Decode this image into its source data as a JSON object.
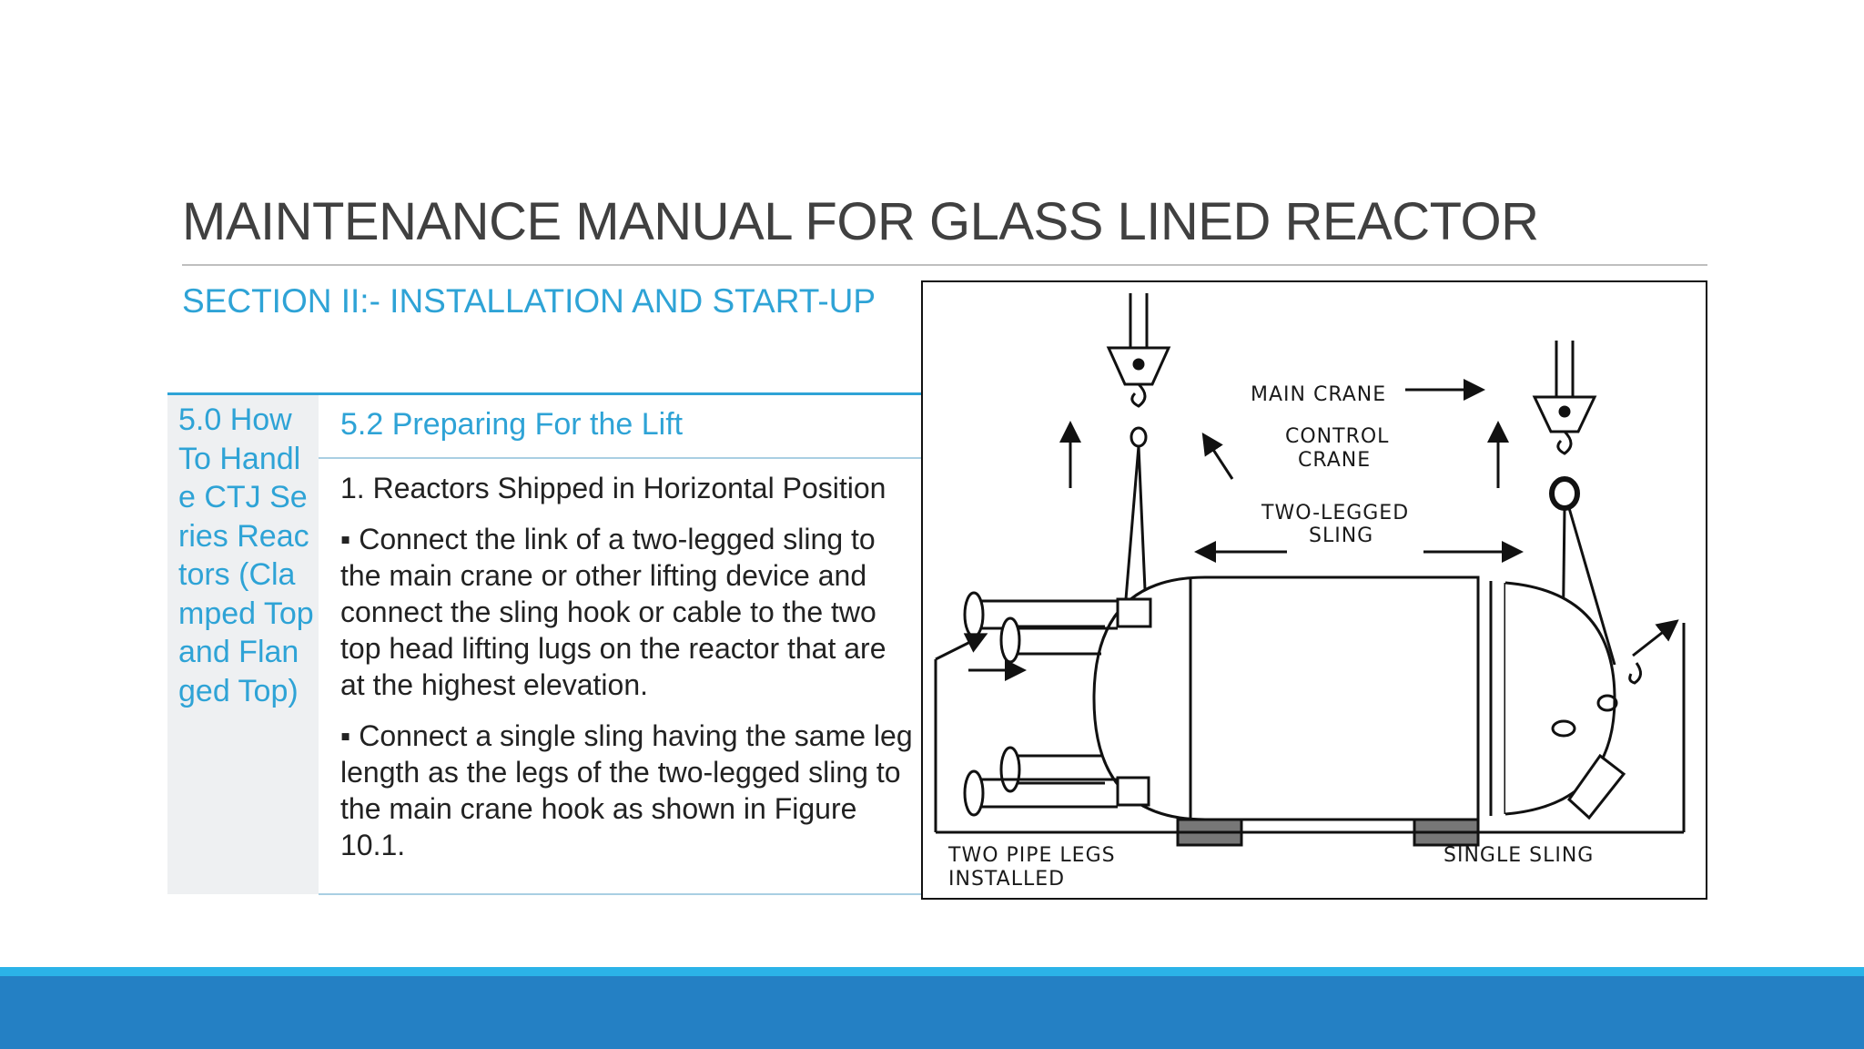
{
  "slide": {
    "title": "MAINTENANCE MANUAL FOR GLASS LINED REACTOR",
    "section": "SECTION II:- INSTALLATION AND START-UP"
  },
  "table": {
    "left_heading": "5.0 How To Handle CTJ Series Reactors (Clamped Top and Flanged Top)",
    "right_heading": "5.2 Preparing For the Lift",
    "paragraphs": [
      "1. Reactors Shipped in Horizontal Position",
      "▪ Connect the link of a two-legged sling to the main crane or other lifting device and connect the sling hook or cable to the two top head lifting lugs on the reactor that are at the highest elevation.",
      "▪ Connect a single sling having the same leg length as the legs of the two-legged sling to the main crane hook as shown in Figure 10.1."
    ]
  },
  "figure": {
    "labels": {
      "main_crane": "MAIN CRANE",
      "control_crane_1": "CONTROL",
      "control_crane_2": "CRANE",
      "two_legged_1": "TWO-LEGGED",
      "two_legged_2": "SLING",
      "two_pipe_legs_1": "TWO PIPE LEGS",
      "two_pipe_legs_2": "INSTALLED",
      "single_sling": "SINGLE SLING"
    }
  },
  "colors": {
    "accent": "#2ea3d6",
    "footer": "#2480c4",
    "footer_thin": "#2bb3e8",
    "title": "#404040"
  }
}
